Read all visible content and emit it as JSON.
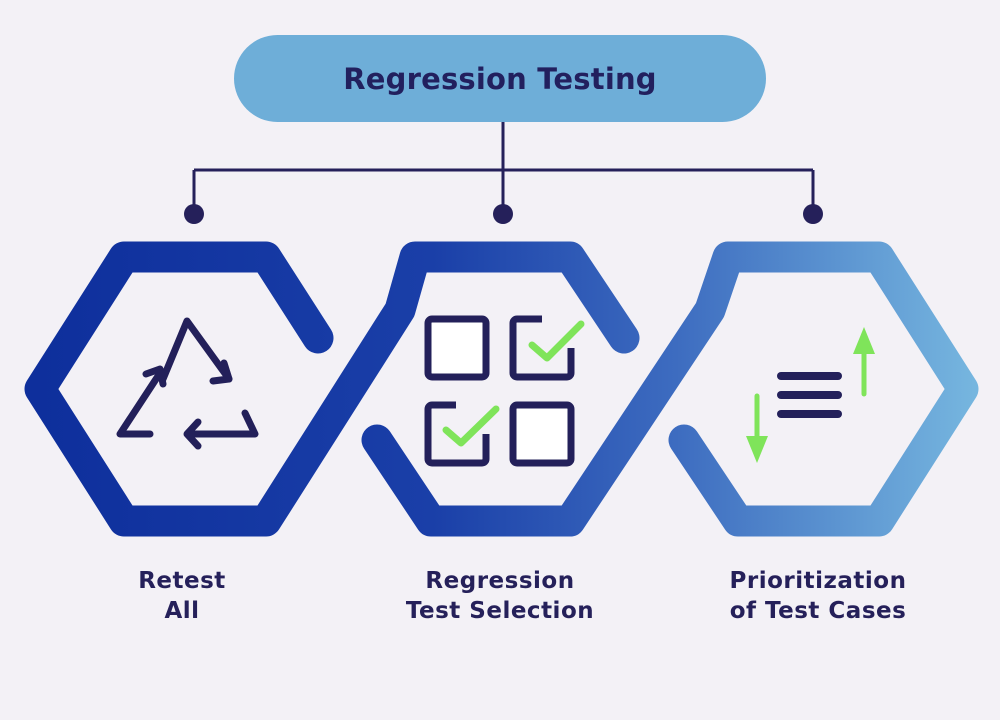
{
  "title": "Regression Testing",
  "colors": {
    "background": "#f3f1f6",
    "title_pill": "#6eaed8",
    "title_text": "#22205e",
    "connector": "#25205a",
    "hex_dark": "#0e32a0",
    "hex_light": "#74b4de",
    "icon_stroke": "#23205a",
    "icon_check": "#7fe45a"
  },
  "items": [
    {
      "label_lines": [
        "Retest",
        "All"
      ],
      "icon": "recycle-icon"
    },
    {
      "label_lines": [
        "Regression",
        "Test Selection"
      ],
      "icon": "checkbox-grid-icon"
    },
    {
      "label_lines": [
        "Prioritization",
        "of Test Cases"
      ],
      "icon": "sort-priority-icon"
    }
  ]
}
